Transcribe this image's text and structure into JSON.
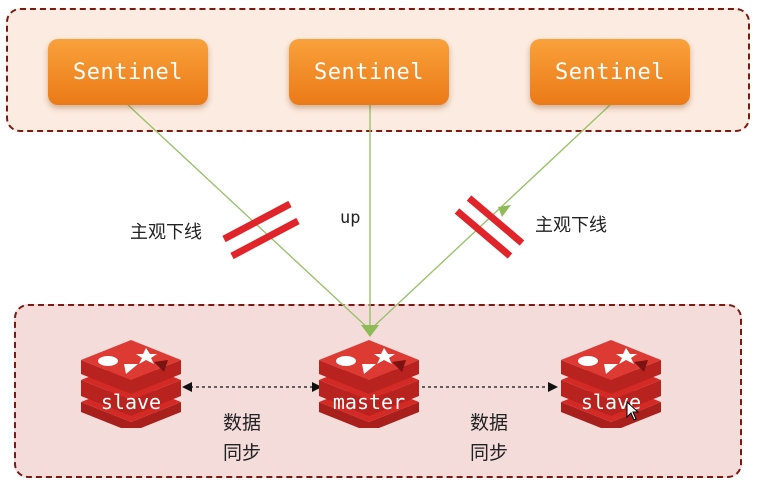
{
  "sentinels": [
    {
      "label": "Sentinel"
    },
    {
      "label": "Sentinel"
    },
    {
      "label": "Sentinel"
    }
  ],
  "links": {
    "left_label": "主观下线",
    "middle_label": "up",
    "right_label": "主观下线"
  },
  "nodes": {
    "slave_left": "slave",
    "master": "master",
    "slave_right": "slave"
  },
  "sync": {
    "left": [
      "数据",
      "同步"
    ],
    "right": [
      "数据",
      "同步"
    ]
  },
  "colors": {
    "sentinel_fill": "#f08a26",
    "sentinel_group_bg": "#fcebe0",
    "redis_group_bg": "#f4dcdb",
    "group_border": "#7a1a12",
    "redis_red": "#d42a26",
    "arrow_green": "#9ac26b",
    "cut_mark_red": "#e0242a"
  },
  "icons": [
    "redis-logo-icon",
    "cut-mark-icon",
    "mouse-cursor-icon"
  ]
}
